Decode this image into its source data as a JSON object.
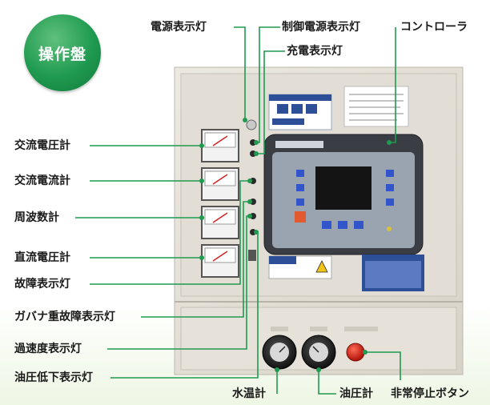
{
  "badge": {
    "text": "操作盤",
    "color": "#1f9a50"
  },
  "labels": {
    "power_lamp": "電源表示灯",
    "control_power_lamp": "制御電源表示灯",
    "controller": "コントローラ",
    "charge_lamp": "充電表示灯",
    "ac_voltmeter": "交流電圧計",
    "ac_ammeter": "交流電流計",
    "frequency_meter": "周波数計",
    "dc_voltmeter": "直流電圧計",
    "fault_lamp": "故障表示灯",
    "governor_fault_lamp": "ガバナ重故障表示灯",
    "overspeed_lamp": "過速度表示灯",
    "low_oil_pressure_lamp": "油圧低下表示灯",
    "water_temp_gauge": "水温計",
    "oil_pressure_gauge": "油圧計",
    "emergency_stop_button": "非常停止ボタン"
  },
  "colors": {
    "leader_line": "#1f9a50",
    "panel": "#e4e0d6",
    "controller_screen": "#141414",
    "controller_buttons": "#3355cc",
    "stop_button": "#d62b1f"
  }
}
